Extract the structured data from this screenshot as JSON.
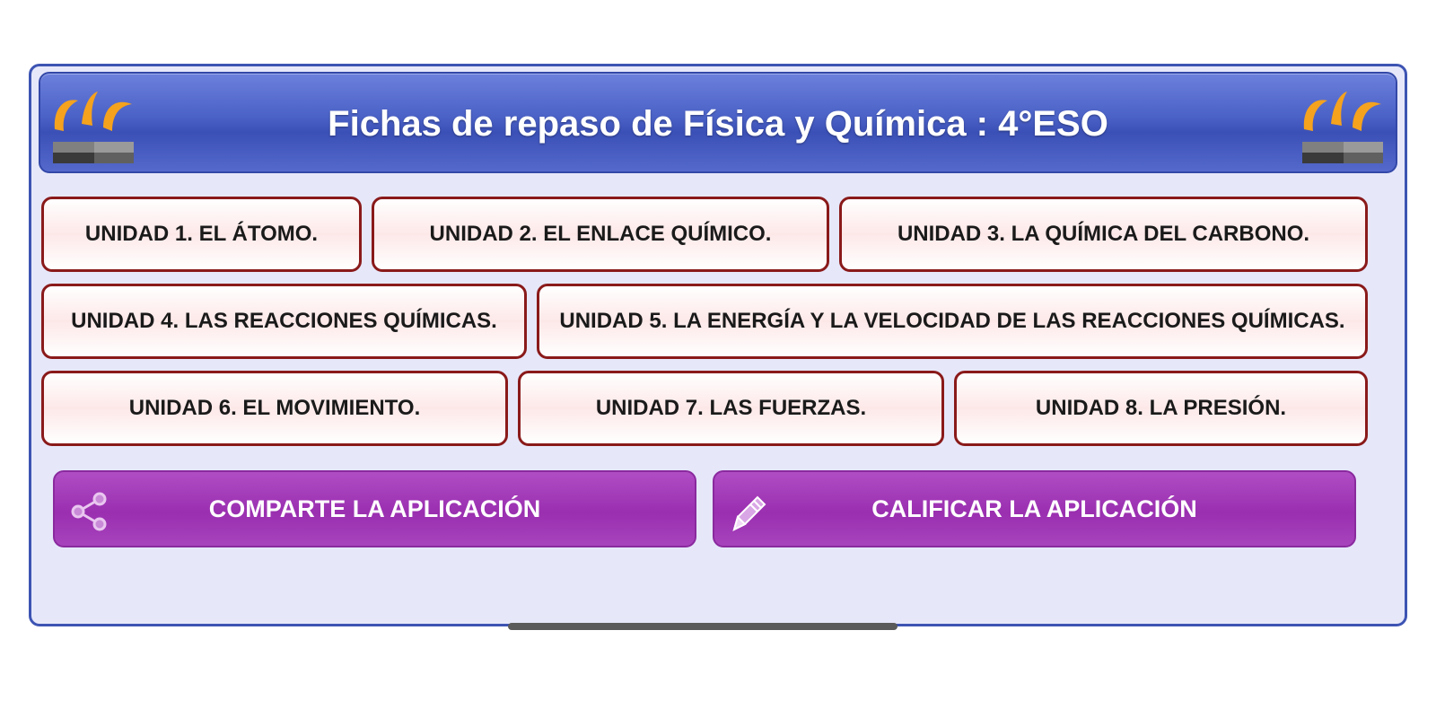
{
  "header": {
    "title": "Fichas de repaso de Física y Química : 4°ESO",
    "left_logo": "fountain-logo-icon",
    "right_logo": "fountain-logo-icon"
  },
  "units": [
    {
      "label": "UNIDAD 1. EL ÁTOMO."
    },
    {
      "label": "UNIDAD 2. EL ENLACE QUÍMICO."
    },
    {
      "label": "UNIDAD 3. LA QUÍMICA DEL CARBONO."
    },
    {
      "label": "UNIDAD 4. LAS REACCIONES QUÍMICAS."
    },
    {
      "label": "UNIDAD 5. LA ENERGÍA Y LA VELOCIDAD DE LAS REACCIONES QUÍMICAS."
    },
    {
      "label": "UNIDAD 6. EL MOVIMIENTO."
    },
    {
      "label": "UNIDAD 7. LAS FUERZAS."
    },
    {
      "label": "UNIDAD 8. LA PRESIÓN."
    }
  ],
  "actions": {
    "share": {
      "label": "COMPARTE LA APLICACIÓN",
      "icon": "share-icon"
    },
    "rate": {
      "label": "CALIFICAR LA APLICACIÓN",
      "icon": "pencil-icon"
    }
  },
  "colors": {
    "frame_bg": "#e6e8fa",
    "frame_border": "#3d54b3",
    "header_blue": "#4a61c6",
    "unit_border": "#8a1a1a",
    "action_purple": "#9a2fb0",
    "logo_orange": "#f5a21e"
  }
}
